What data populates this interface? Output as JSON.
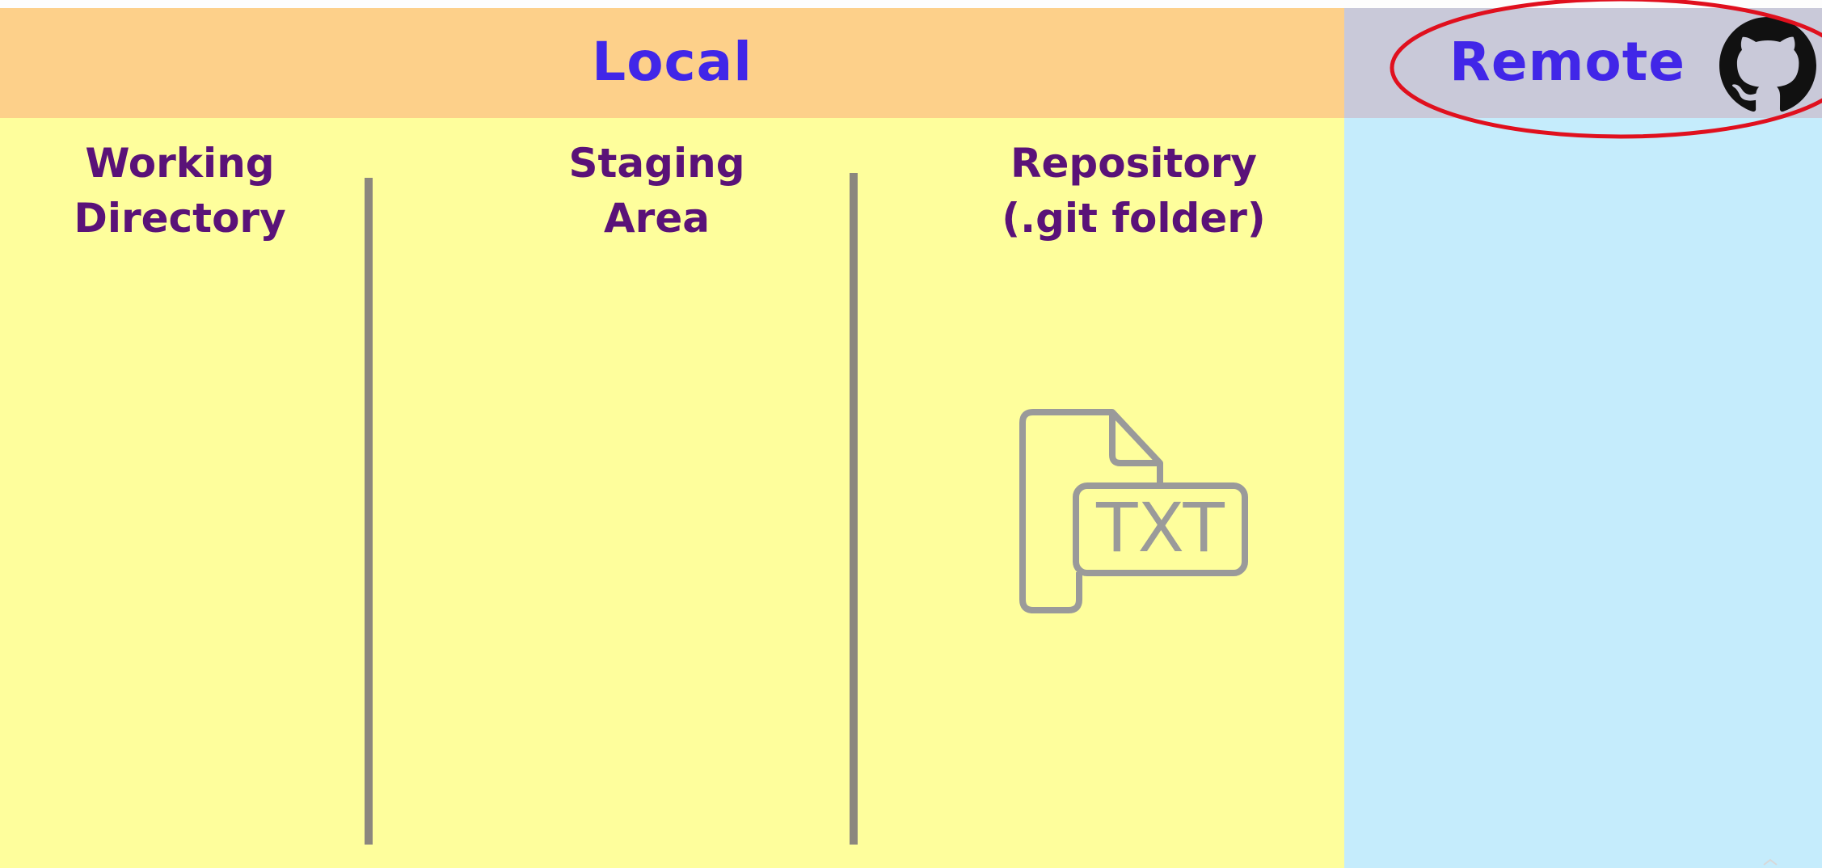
{
  "header": {
    "local_label": "Local",
    "remote_label": "Remote",
    "remote_icon": "github-icon"
  },
  "columns": [
    {
      "line1": "Working",
      "line2": "Directory"
    },
    {
      "line1": "Staging",
      "line2": "Area"
    },
    {
      "line1": "Repository",
      "line2": "(.git folder)"
    }
  ],
  "file_icon": {
    "icon": "txt-file-icon",
    "label": "TXT"
  },
  "colors": {
    "local_header_bg": "#fdd08a",
    "remote_header_bg": "#c9c9d9",
    "local_body_bg": "#fefe9c",
    "remote_body_bg": "#c5ecfc",
    "header_text": "#4126e8",
    "column_title_text": "#5a1278",
    "divider": "#8c877e",
    "file_icon_stroke": "#9a9a9a",
    "highlight_ellipse": "#e0101e"
  }
}
